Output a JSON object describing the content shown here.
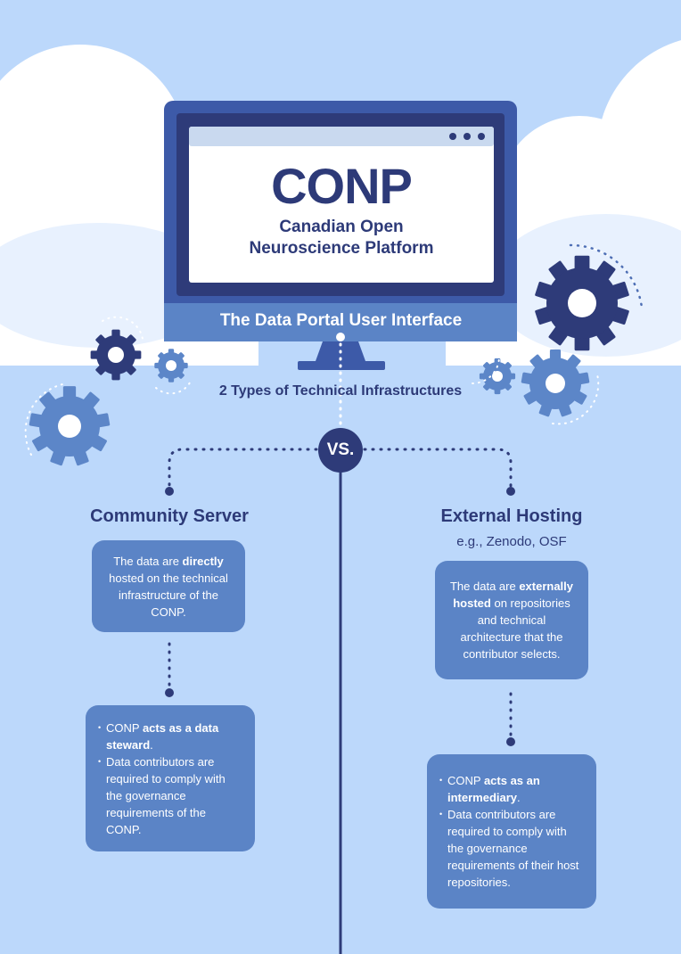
{
  "header": {
    "acronym": "CONP",
    "full_name_line1": "Canadian Open",
    "full_name_line2": "Neuroscience Platform",
    "portal_label": "The Data Portal User Interface",
    "subheading": "2 Types of Technical Infrastructures",
    "vs_label": "VS."
  },
  "left": {
    "title": "Community Server",
    "card1": {
      "pre": "The data are ",
      "bold": "directly",
      "post": " hosted on the technical infrastructure of the CONP."
    },
    "card2": {
      "item1_pre": "CONP ",
      "item1_bold": "acts as a data steward",
      "item1_post": ".",
      "item2": "Data contributors are required to comply with the governance requirements of the CONP."
    }
  },
  "right": {
    "title": "External Hosting",
    "subtitle": "e.g., Zenodo, OSF",
    "card1": {
      "pre": "The data are ",
      "bold": "externally hosted",
      "post": " on repositories and technical architecture that the contributor selects."
    },
    "card2": {
      "item1_pre": "CONP ",
      "item1_bold": "acts as an intermediary",
      "item1_post": ".",
      "item2": "Data contributors are required to comply with the governance requirements of their host repositories."
    }
  },
  "colors": {
    "sky": "#bcd8fb",
    "cloud": "#ffffff",
    "navy": "#2e3b79",
    "monitor_blue": "#3d5aa8",
    "card_blue": "#5b84c6",
    "gear_light": "#5c86c8"
  },
  "icons": [
    "gear-icon",
    "monitor-icon",
    "cloud-shape"
  ]
}
